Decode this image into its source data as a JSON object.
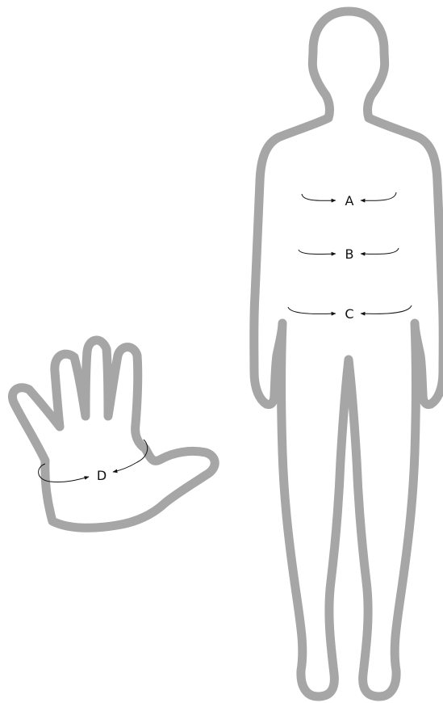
{
  "colors": {
    "outline": "#a6a6a6",
    "arrow": "#111111",
    "background": "#ffffff"
  },
  "labels": {
    "a": "A",
    "b": "B",
    "c": "C",
    "d": "D"
  }
}
